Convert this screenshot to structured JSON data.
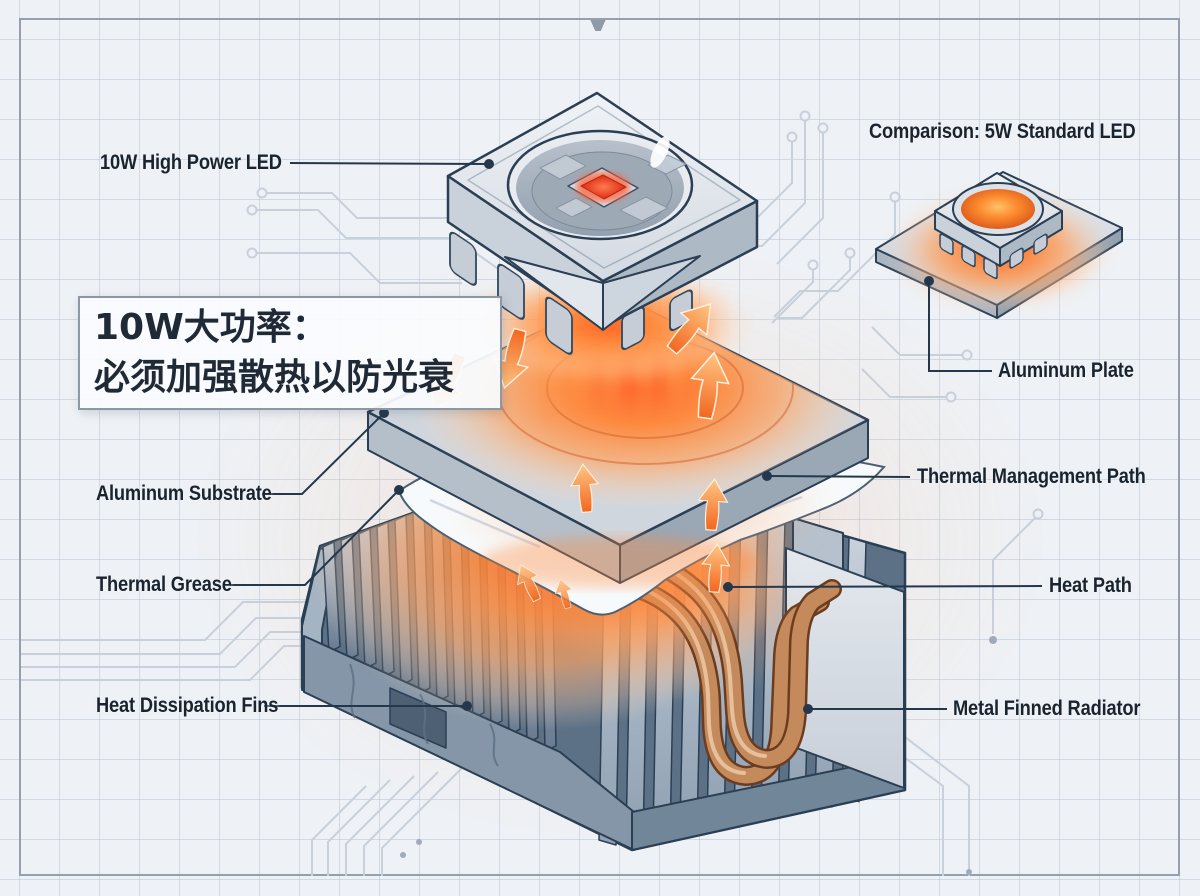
{
  "labels": {
    "main_led": "10W High Power LED",
    "aluminum_substrate": "Aluminum Substrate",
    "thermal_grease": "Thermal Grease",
    "heat_dissipation_fins": "Heat Dissipation Fins",
    "comparison": "Comparison: 5W Standard LED",
    "aluminum_plate": "Aluminum Plate",
    "thermal_management_path": "Thermal Management Path",
    "heat_path": "Heat Path",
    "metal_finned_radiator": "Metal Finned Radiator"
  },
  "callout": {
    "line1": "10W大功率：",
    "line2": "必须加强散热以防光衰"
  },
  "colors": {
    "background": "#eef1f5",
    "grid_line": "#cfd8e2",
    "frame": "#94a0ad",
    "label_text": "#1a242f",
    "leader_line": "#24384d",
    "callout_bg": "#fafcfe",
    "callout_border": "#8e98a4",
    "heat_glow_core": "#ff5a1e",
    "heat_glow": "#ff8638",
    "arrow_orange": "#f5822e",
    "copper_pipe": "#c58a5c",
    "metal_light": "#e8ecf1",
    "metal_mid": "#aeb9c6",
    "metal_dark": "#6c7f93",
    "outline": "#2b3f54",
    "grease_white": "#f7fafc",
    "trace_line": "#c7d0db"
  }
}
